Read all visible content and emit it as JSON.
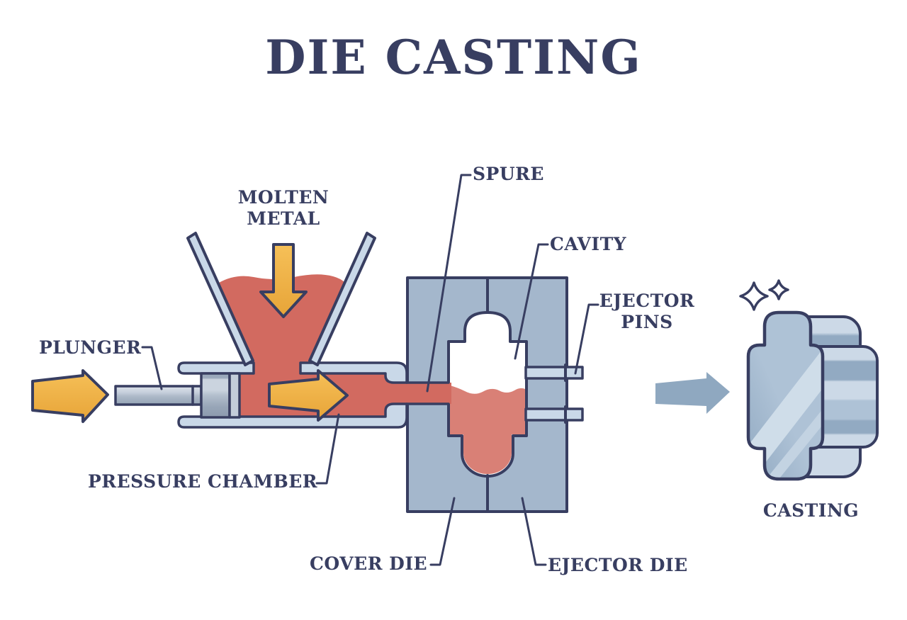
{
  "title": "DIE CASTING",
  "labels": {
    "molten_metal": "MOLTEN METAL",
    "plunger": "PLUNGER",
    "pressure_chamber": "PRESSURE CHAMBER",
    "spure": "SPURE",
    "cavity": "CAVITY",
    "ejector_pins": "EJECTOR PINS",
    "cover_die": "COVER DIE",
    "ejector_die": "EJECTOR DIE",
    "casting": "CASTING"
  },
  "colors": {
    "ink": "#383e61",
    "wall": "#c9d8e8",
    "die": "#a4b7cc",
    "molten": "#d26a60",
    "molten_light": "#d98076",
    "arrow_yellow": "#f2b64e",
    "arrow_blue": "#8fa8c0",
    "metal_light": "#ccd9e7",
    "metal_mid": "#aec2d6",
    "metal_dark": "#92aac2",
    "white": "#ffffff",
    "background": "#ffffff"
  }
}
